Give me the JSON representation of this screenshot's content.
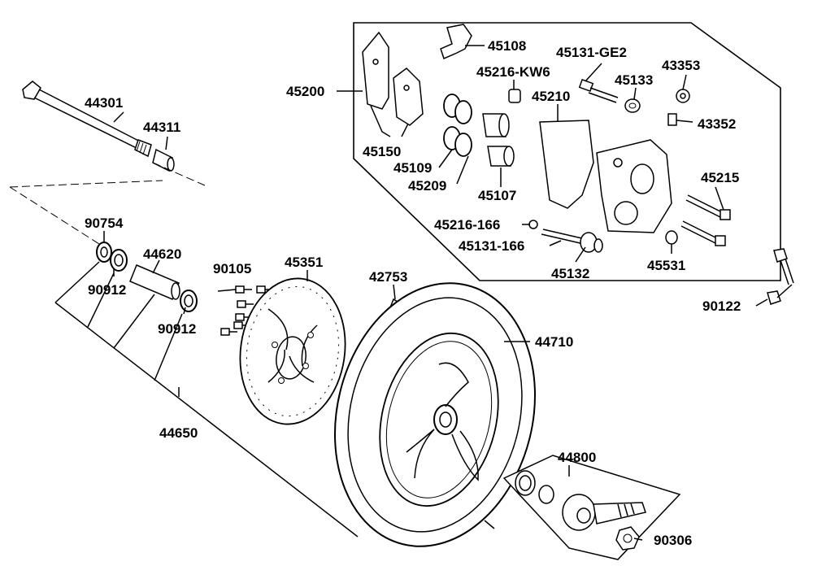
{
  "parts": {
    "p44301": "44301",
    "p44311": "44311",
    "p90754": "90754",
    "p90912a": "90912",
    "p44620": "44620",
    "p90912b": "90912",
    "p44650": "44650",
    "p90105": "90105",
    "p45351": "45351",
    "p42753": "42753",
    "p44710": "44710",
    "p44800": "44800",
    "p90306": "90306",
    "p90122": "90122",
    "p45200": "45200",
    "p45108": "45108",
    "p45131ge2": "45131-GE2",
    "p43353": "43353",
    "p45216kw6": "45216-KW6",
    "p45133": "45133",
    "p45210": "45210",
    "p43352": "43352",
    "p45150": "45150",
    "p45109": "45109",
    "p45209": "45209",
    "p45107": "45107",
    "p45215": "45215",
    "p45216_166": "45216-166",
    "p45131_166": "45131-166",
    "p45132": "45132",
    "p45531": "45531"
  }
}
